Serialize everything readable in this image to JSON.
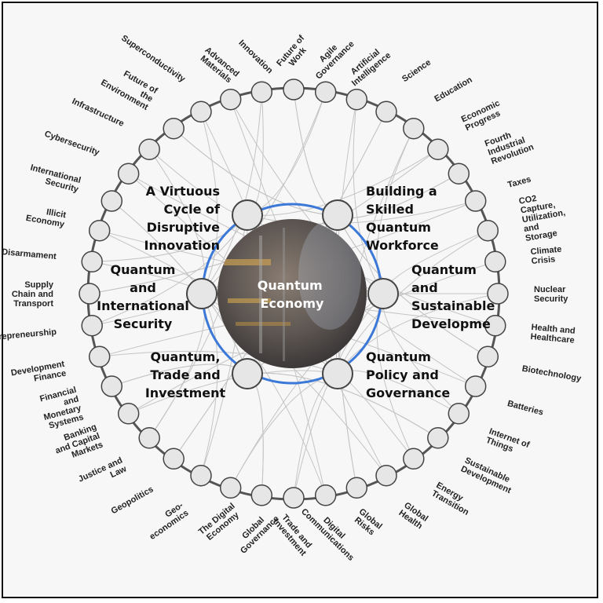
{
  "center": {
    "lines": [
      "Quantum",
      "Economy"
    ]
  },
  "colors": {
    "ring": "#555555",
    "inner_ring": "#3b78d8",
    "node_fill": "#e6e6e6",
    "node_stroke": "#444444",
    "links": "#c4c4c4",
    "center_bg": "#5b5450"
  },
  "inner_topics": [
    {
      "id": "virtuous",
      "lines": [
        "A Virtuous",
        "Cycle of",
        "Disruptive",
        "Innovation"
      ]
    },
    {
      "id": "workforce",
      "lines": [
        "Building a",
        "Skilled",
        "Quantum",
        "Workforce"
      ]
    },
    {
      "id": "security",
      "lines": [
        "Quantum",
        "and",
        "International",
        "Security"
      ]
    },
    {
      "id": "sustainable",
      "lines": [
        "Quantum",
        "and",
        "Sustainable",
        "Developme"
      ]
    },
    {
      "id": "trade",
      "lines": [
        "Quantum,",
        "Trade and",
        "Investment"
      ]
    },
    {
      "id": "policy",
      "lines": [
        "Quantum",
        "Policy and",
        "Governance"
      ]
    }
  ],
  "outer_topics": [
    {
      "label": [
        "Innovation"
      ]
    },
    {
      "label": [
        "Future of",
        "Work"
      ]
    },
    {
      "label": [
        "Agile",
        "Governance"
      ]
    },
    {
      "label": [
        "Artificial",
        "Intelligence"
      ]
    },
    {
      "label": [
        "Science"
      ]
    },
    {
      "label": [
        "Education"
      ]
    },
    {
      "label": [
        "Economic",
        "Progress"
      ]
    },
    {
      "label": [
        "Fourth",
        "Industrial",
        "Revolution"
      ]
    },
    {
      "label": [
        "Taxes"
      ]
    },
    {
      "label": [
        "CO2",
        "Capture,",
        "Utilization,",
        "and",
        "Storage"
      ]
    },
    {
      "label": [
        "Climate",
        "Crisis"
      ]
    },
    {
      "label": [
        "Nuclear",
        "Security"
      ]
    },
    {
      "label": [
        "Health and",
        "Healthcare"
      ]
    },
    {
      "label": [
        "Biotechnology"
      ]
    },
    {
      "label": [
        "Batteries"
      ]
    },
    {
      "label": [
        "Internet of",
        "Things"
      ]
    },
    {
      "label": [
        "Sustainable",
        "Development"
      ]
    },
    {
      "label": [
        "Energy",
        "Transition"
      ]
    },
    {
      "label": [
        "Global",
        "Health"
      ]
    },
    {
      "label": [
        "Global",
        "Risks"
      ]
    },
    {
      "label": [
        "Digital",
        "Communications"
      ]
    },
    {
      "label": [
        "Trade and",
        "Investment"
      ]
    },
    {
      "label": [
        "Global",
        "Governance"
      ]
    },
    {
      "label": [
        "The Digital",
        "Economy"
      ]
    },
    {
      "label": [
        "Geo-",
        "economics"
      ]
    },
    {
      "label": [
        "Geopolitics"
      ]
    },
    {
      "label": [
        "Justice and",
        "Law"
      ]
    },
    {
      "label": [
        "Banking",
        "and Capital",
        "Markets"
      ]
    },
    {
      "label": [
        "Financial",
        "and",
        "Monetary",
        "Systems"
      ]
    },
    {
      "label": [
        "Development",
        "Finance"
      ]
    },
    {
      "label": [
        "Entrepreneurship"
      ]
    },
    {
      "label": [
        "Supply",
        "Chain and",
        "Transport"
      ]
    },
    {
      "label": [
        "Disarmament"
      ]
    },
    {
      "label": [
        "Illicit",
        "Economy"
      ]
    },
    {
      "label": [
        "International",
        "Security"
      ]
    },
    {
      "label": [
        "Cybersecurity"
      ]
    },
    {
      "label": [
        "Infrastructure"
      ]
    },
    {
      "label": [
        "Future of",
        "the",
        "Environment"
      ]
    },
    {
      "label": [
        "Superconductivity"
      ]
    },
    {
      "label": [
        "Advanced",
        "Materials"
      ]
    }
  ]
}
